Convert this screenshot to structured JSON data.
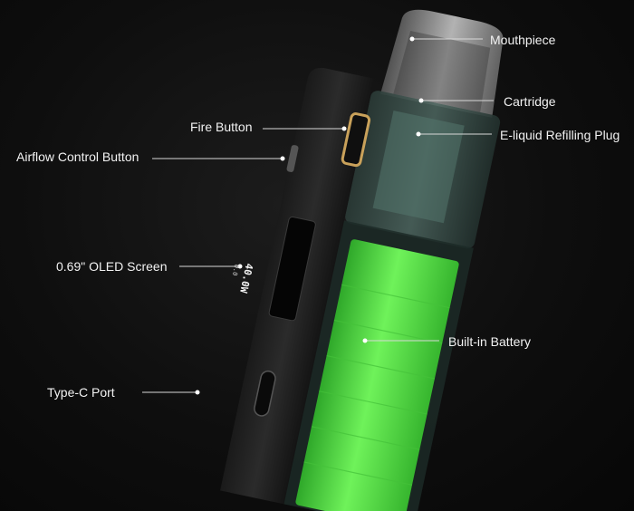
{
  "labels": {
    "mouthpiece": "Mouthpiece",
    "cartridge": "Cartridge",
    "fire_button": "Fire Button",
    "refill_plug": "E-liquid Refilling Plug",
    "airflow_button": "Airflow Control Button",
    "oled_screen": "0.69\" OLED Screen",
    "battery": "Built-in Battery",
    "type_c_port": "Type-C Port"
  },
  "screen_readout": {
    "wattage": "40.0W",
    "resistance": "0.0"
  },
  "colors": {
    "background": "#0b0b0b",
    "battery_green": "#5fe04a",
    "accent_gold": "#c9a15a",
    "leader_line": "#d8d8d8"
  }
}
